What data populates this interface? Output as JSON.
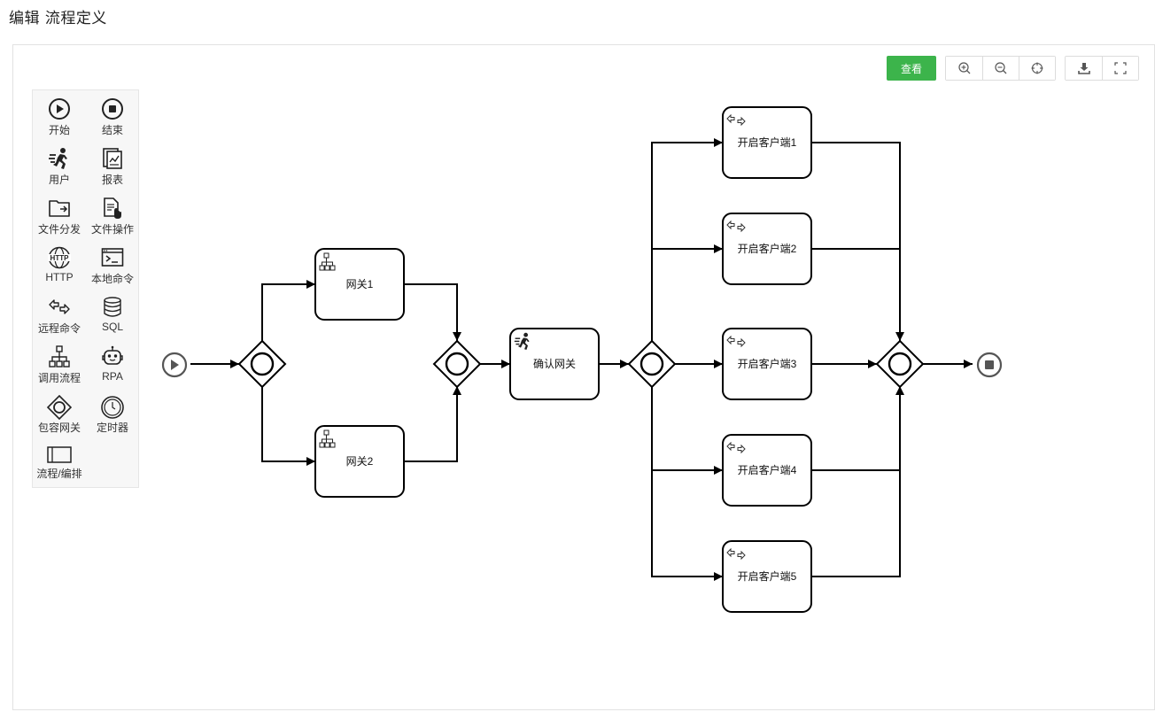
{
  "page": {
    "title": "编辑 流程定义"
  },
  "toolbar": {
    "view_label": "查看"
  },
  "palette": {
    "items": [
      {
        "label": "开始",
        "icon": "start-event-icon"
      },
      {
        "label": "结束",
        "icon": "end-event-icon"
      },
      {
        "label": "用户",
        "icon": "user-task-icon"
      },
      {
        "label": "报表",
        "icon": "report-icon"
      },
      {
        "label": "文件分发",
        "icon": "file-distribute-icon"
      },
      {
        "label": "文件操作",
        "icon": "file-operation-icon"
      },
      {
        "label": "HTTP",
        "icon": "http-icon"
      },
      {
        "label": "本地命令",
        "icon": "local-command-icon"
      },
      {
        "label": "远程命令",
        "icon": "remote-command-icon"
      },
      {
        "label": "SQL",
        "icon": "database-icon"
      },
      {
        "label": "调用流程",
        "icon": "call-process-icon"
      },
      {
        "label": "RPA",
        "icon": "robot-icon"
      },
      {
        "label": "包容网关",
        "icon": "inclusive-gateway-icon"
      },
      {
        "label": "定时器",
        "icon": "timer-icon"
      },
      {
        "label": "流程/编排",
        "icon": "pool-icon"
      }
    ]
  },
  "diagram": {
    "nodes": {
      "gw1": "网关1",
      "gw2": "网关2",
      "confirm": "确认网关",
      "c1": "开启客户端1",
      "c2": "开启客户端2",
      "c3": "开启客户端3",
      "c4": "开启客户端4",
      "c5": "开启客户端5"
    }
  }
}
